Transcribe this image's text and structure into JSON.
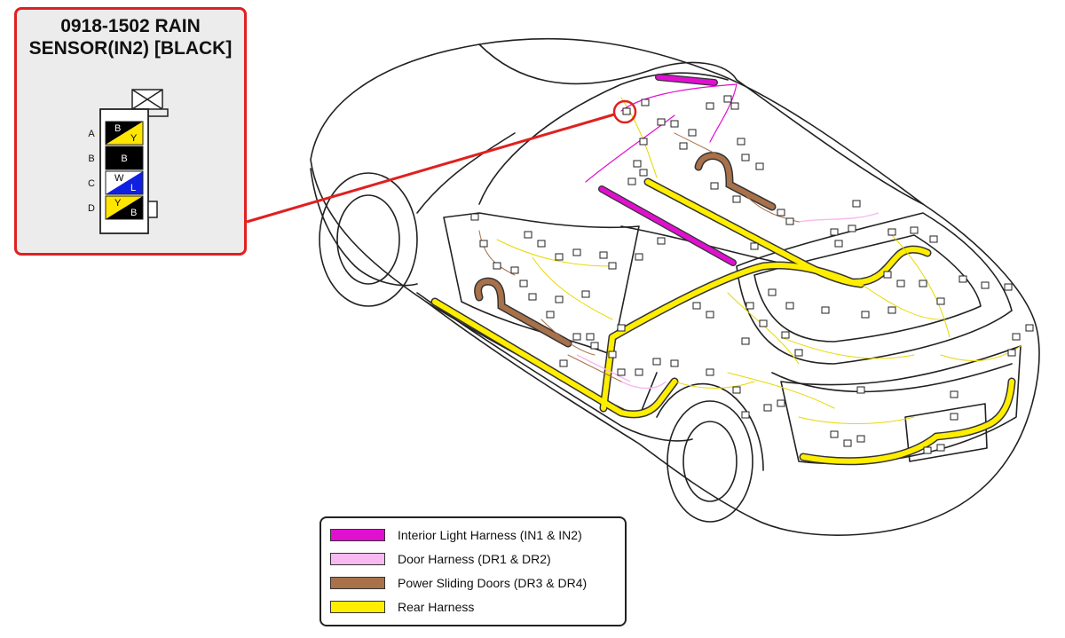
{
  "callout": {
    "title_line1": "0918-1502 RAIN",
    "title_line2": "SENSOR(IN2) [BLACK]",
    "pins": [
      {
        "row": "A",
        "cells": [
          {
            "text": "B",
            "color": "#000000"
          },
          {
            "text": "Y",
            "color": "#ffe600"
          }
        ]
      },
      {
        "row": "B",
        "cells": [
          {
            "text": "B",
            "color": "#000000"
          }
        ]
      },
      {
        "row": "C",
        "cells": [
          {
            "text": "W",
            "color": "#ffffff"
          },
          {
            "text": "L",
            "color": "#1020e0"
          }
        ]
      },
      {
        "row": "D",
        "cells": [
          {
            "text": "Y",
            "color": "#ffe600"
          },
          {
            "text": "B",
            "color": "#000000"
          }
        ]
      }
    ]
  },
  "legend": {
    "items": [
      {
        "label": "Interior Light Harness (IN1 & IN2)",
        "color": "#e010d0"
      },
      {
        "label": "Door Harness (DR1 & DR2)",
        "color": "#f8b8f0"
      },
      {
        "label": "Power Sliding Doors (DR3 & DR4)",
        "color": "#a8714a"
      },
      {
        "label": "Rear Harness",
        "color": "#ffee00"
      }
    ]
  },
  "colors": {
    "callout_border": "#e02020",
    "leader_line": "#e02020",
    "car_outline": "#222222"
  }
}
